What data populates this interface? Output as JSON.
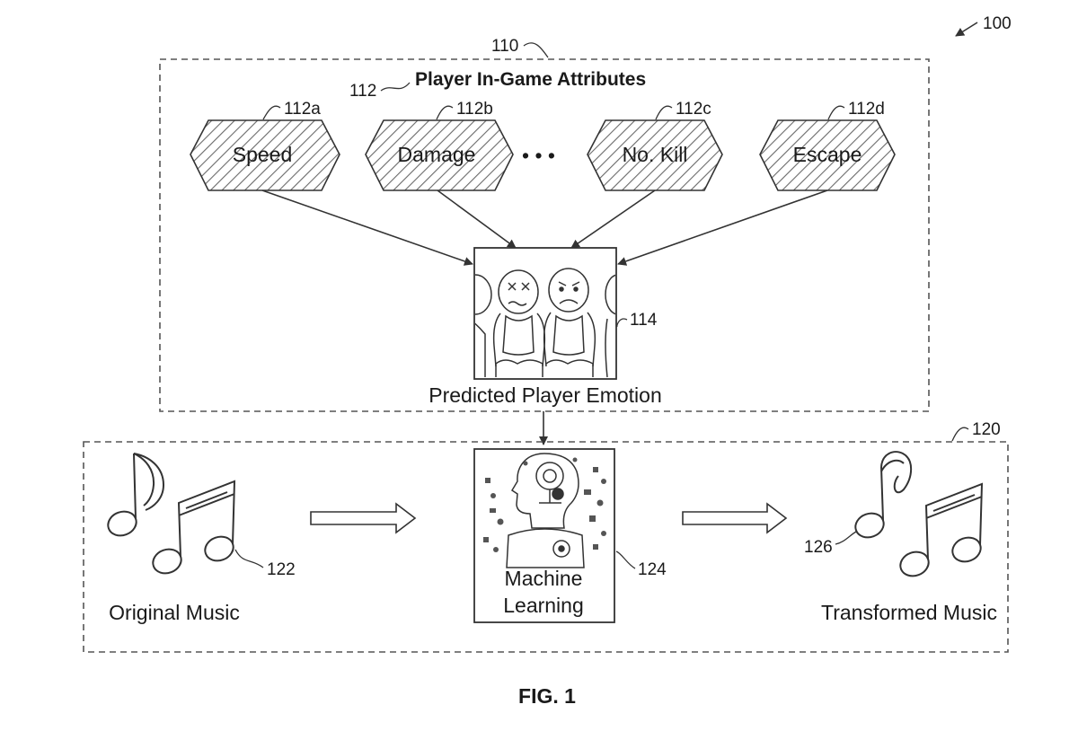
{
  "figure": {
    "ref": "100",
    "caption": "FIG. 1"
  },
  "emotion_group": {
    "ref": "110",
    "title_ref": "112",
    "title": "Player In-Game Attributes",
    "attributes": [
      {
        "ref": "112a",
        "label": "Speed"
      },
      {
        "ref": "112b",
        "label": "Damage"
      },
      {
        "ref": "112c",
        "label": "No. Kill"
      },
      {
        "ref": "112d",
        "label": "Escape"
      }
    ],
    "ellipsis": "• • •",
    "emotion_ref": "114",
    "emotion_label": "Predicted Player Emotion"
  },
  "music_group": {
    "ref": "120",
    "original_ref": "122",
    "original_label": "Original Music",
    "ml_ref": "124",
    "ml_label_line1": "Machine",
    "ml_label_line2": "Learning",
    "transformed_ref": "126",
    "transformed_label": "Transformed Music"
  }
}
